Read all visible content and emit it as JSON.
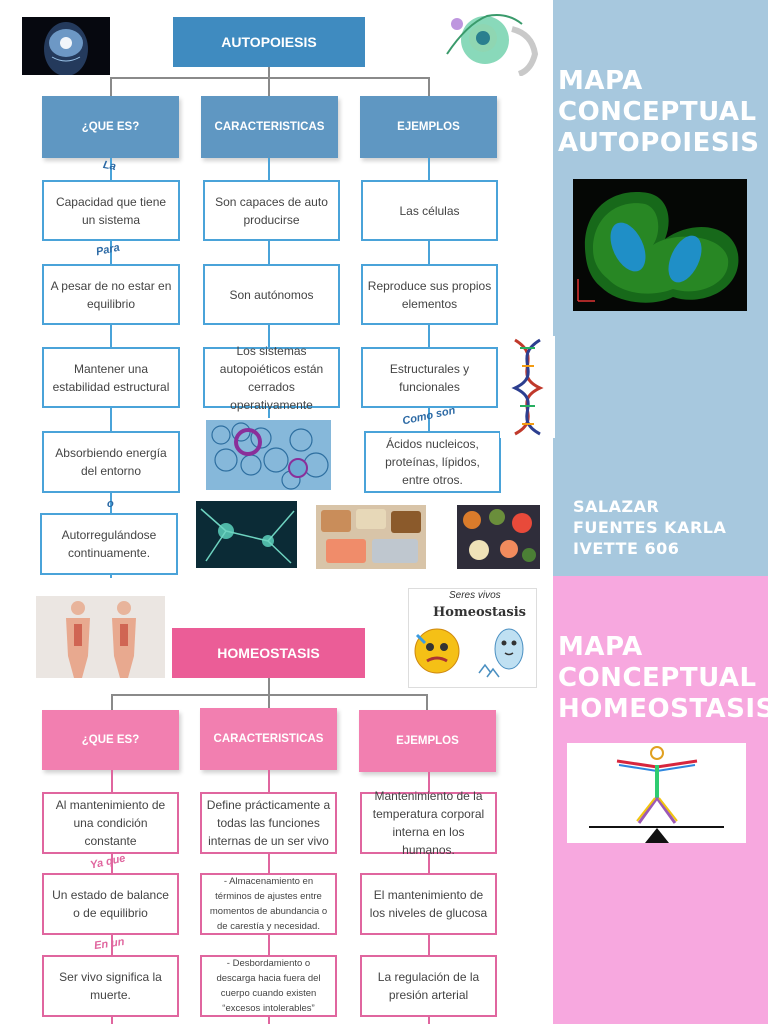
{
  "autopoiesis": {
    "root": "AUTOPOIESIS",
    "headers": [
      "¿QUE ES?",
      "CARACTERISTICAS",
      "EJEMPLOS"
    ],
    "que_es": [
      "Capacidad que tiene un sistema",
      "A pesar de no estar en equilibrio",
      "Mantener una estabilidad estructural",
      "Absorbiendo energía del entorno",
      "Autorregulándose continuamente."
    ],
    "caracteristicas": [
      "Son capaces de auto producirse",
      "Son autónomos",
      "Los sistemas autopoiéticos están cerrados operativamente"
    ],
    "ejemplos": [
      "Las células",
      "Reproduce sus propios elementos",
      "Estructurales y funcionales",
      "Ácidos nucleicos, proteínas, lípidos, entre otros."
    ],
    "connectors": [
      "La",
      "Para",
      "Como son",
      "o"
    ]
  },
  "homeostasis": {
    "root": "HOMEOSTASIS",
    "headers": [
      "¿QUE ES?",
      "CARACTERISTICAS",
      "EJEMPLOS"
    ],
    "que_es": [
      "Al mantenimiento de una condición constante",
      "Un estado de balance o de equilibrio",
      "Ser vivo significa la muerte."
    ],
    "caracteristicas": [
      "Define prácticamente a todas las funciones internas de un ser vivo",
      "- Almacenamiento en términos de ajustes entre momentos de abundancia o de carestía y necesidad.",
      "- Desbordamiento o descarga hacia fuera del cuerpo cuando existen “excesos intolerables”"
    ],
    "ejemplos": [
      "Mantenimiento de la temperatura corporal interna en los humanos.",
      "El mantenimiento de los niveles de glucosa",
      "La regulación de la presión arterial"
    ],
    "connectors": [
      "Ya que",
      "En un"
    ]
  },
  "side": {
    "title_top": [
      "MAPA",
      "CONCEPTUAL",
      "AUTOPOIESIS"
    ],
    "author": [
      "SALAZAR",
      "FUENTES KARLA",
      "IVETTE 606"
    ],
    "title_bottom": [
      "MAPA",
      "CONCEPTUAL",
      "HOMEOSTASIS"
    ],
    "colors": {
      "blue_panel": "#a7c8de",
      "pink_panel": "#f7a8df",
      "blue_accent": "#3f8bc0",
      "pink_accent": "#eb5d97"
    }
  },
  "images": {
    "sticker_title": "Seres vivos",
    "sticker_word": "Homeostasis"
  }
}
